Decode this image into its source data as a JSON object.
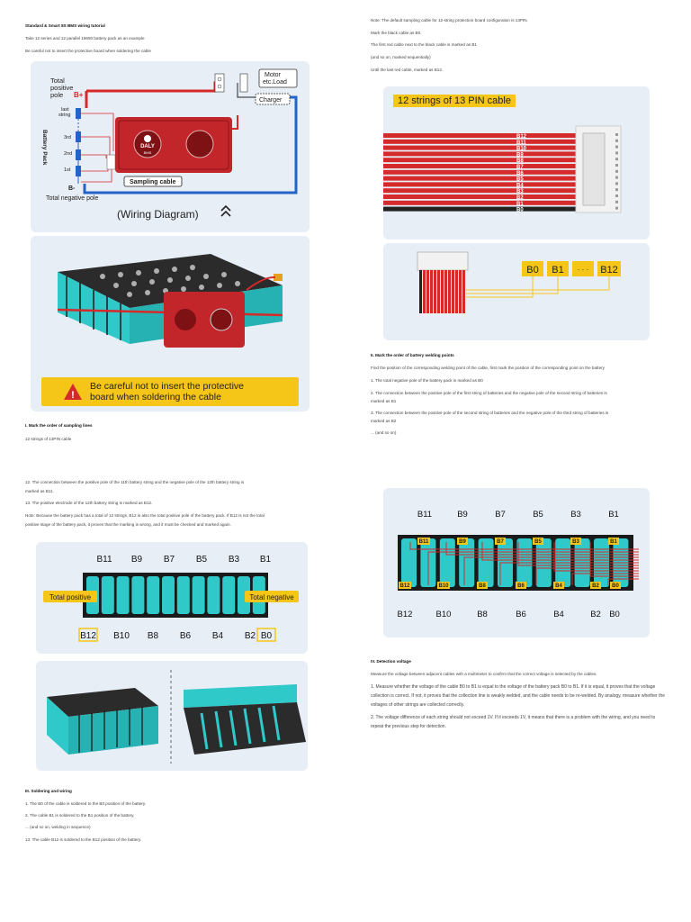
{
  "left": {
    "title": "Standard & Smart 8S BMS wiring tutorial",
    "intro1": "Take 12 series and 12 parallel 18650 battery pack as an example",
    "intro2": "Be careful not to insert the protective board when soldering the cable",
    "wiring": {
      "total_positive_pole": [
        "Total",
        "positive",
        "pole"
      ],
      "bplus": "B+",
      "battery_pack": "Battery Pack",
      "last_string": [
        "last",
        "string"
      ],
      "third": "3rd",
      "second": "2nd",
      "first": "1st",
      "bminus": "B-",
      "total_negative_pole": "Total negative pole",
      "motor": [
        "Motor",
        "etc.Load"
      ],
      "charger": "Charger",
      "sampling_cable": "Sampling cable",
      "brand": "DALY",
      "bms": "BMS",
      "caption": "(Wiring Diagram)"
    },
    "warning": [
      "Be careful not to insert the protective",
      "board when soldering the cable"
    ],
    "sec1_heading": "I. Mark the order of sampling lines",
    "sec1_line": "12 strings of 13PIN cable",
    "p12a": "12. The connection between the positive pole of the 11th battery string and the negative pole of the 12th battery string is",
    "p12b": "marked as B11.",
    "p13": "13. The positive electrode of the 12th battery string is marked as B12.",
    "note1": "Note: Because the battery pack has a total of 12 strings, B12 is also the total positive pole of the battery pack. If B12 is not the total",
    "note2": "positive stage of the battery pack, it proves that the marking is wrong, and it must be checked and marked again.",
    "pack_top_labels": [
      "B11",
      "B9",
      "B7",
      "B5",
      "B3",
      "B1"
    ],
    "pack_bottom_labels": [
      "B12",
      "B10",
      "B8",
      "B6",
      "B4",
      "B2",
      "B0"
    ],
    "total_positive": "Total positive",
    "total_negative": "Total negative",
    "sec3_heading": "III. Soldering and wiring",
    "s1": "1. The B0 of the cable is soldered to the B0 position of the battery.",
    "s2": "2. The cable B1 is soldered to the B1 position of the battery.",
    "s3": "... (and so on, welding in sequence)",
    "s4": "13. The cable B12 is soldered to the B12 position of the battery."
  },
  "right": {
    "note": "Note: The default sampling cable for 12-string protection board configuration is 13PIN.",
    "r1": "Mark the black cable as B0.",
    "r2": "The first red cable next to the black cable is marked as B1",
    "r3": "(and so on, marked sequentially)",
    "r4": "Until the last red cable, marked as B12.",
    "cable_title": "12 strings of 13 PIN cable",
    "cable_labels": [
      "B12",
      "B11",
      "B10",
      "B9",
      "B8",
      "B7",
      "B6",
      "B5",
      "B4",
      "B3",
      "B2",
      "B1",
      "B0"
    ],
    "seq_labels": [
      "B0",
      "B1",
      "· · ·",
      "B12"
    ],
    "sec2_heading": "II. Mark the order of battery welding points",
    "sec2_intro": "Find the position of the corresponding welding point of the cable, first mark the position of the corresponding point on the battery",
    "w1": "1. The total negative pole of the battery pack is marked as B0",
    "w2a": "2. The connection between the positive pole of the first string of batteries and the negative pole of the second string of batteries is",
    "w2b": "marked as B1",
    "w3a": "3. The connection between the positive pole of the second string of batteries and the negative pole of the third string of batteries is",
    "w3b": "marked as B2",
    "w4": "... (and so on)",
    "pack_top_labels": [
      "B11",
      "B9",
      "B7",
      "B5",
      "B3",
      "B1"
    ],
    "pack_bottom_labels": [
      "B12",
      "B10",
      "B8",
      "B6",
      "B4",
      "B2",
      "B0"
    ],
    "sec4_heading": "IV. Detection voltage",
    "sec4_intro": "Measure the voltage between adjacent cables with a multimeter to confirm that the correct voltage is selected by the cables.",
    "d1": "1. Measure whether the voltage of the cable B0 to B1 is equal to the voltage of the battery pack B0 to B1. If it is equal, it proves that the voltage collection is correct. If not, it proves that the collection line is weakly welded, and the cable needs to be re-welded. By analogy, measure whether the voltages of other strings are collected correctly.",
    "d2": "2. The voltage difference of each string should not exceed 1V. If it exceeds 1V, it means that there is a problem with the wiring, and you need to repeat the previous step for detection."
  },
  "colors": {
    "red": "#d42a2a",
    "yellow": "#f5c518",
    "teal": "#2fc9c9",
    "blue": "#2563c9",
    "panel": "#e8eef6"
  }
}
